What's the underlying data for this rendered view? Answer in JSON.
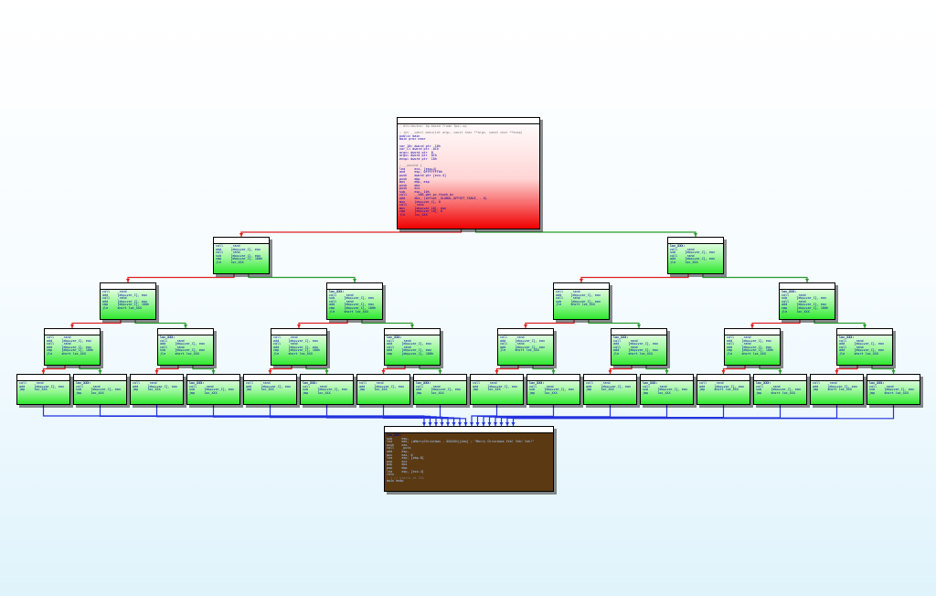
{
  "colors": {
    "edge_true": "#2a9a2a",
    "edge_false": "#e02020",
    "edge_merge": "#2233dd",
    "node_main": "#f00000",
    "node_branch": "#2ee82e",
    "node_exit": "#5b3a13"
  },
  "nodes": {
    "entry": {
      "lines": [
        "; Attributes: bp-based frame fpo=-sp",
        "",
        "; int __cdecl main(int argc, const char **argv, const char **envp)",
        "public main",
        "main proc near",
        "",
        "var_10= dword ptr -10h",
        "var_C= dword ptr -0Ch",
        "argc= dword ptr  8",
        "argv= dword ptr  0Ch",
        "envp= dword ptr  10h",
        "",
        "; __unwind {",
        "lea     ecx, [esp+4]",
        "and     esp, 0FFFFFFF0h",
        "push    dword ptr [ecx-4]",
        "push    ebp",
        "mov     ebp, esp",
        "push    ebx",
        "push    ecx",
        "sub     esp, 10h",
        "call    __x86_get_pc_thunk_bx",
        "add     ebx, (offset _GLOBAL_OFFSET_TABLE_ - $)",
        "mov     [ebp+var_C], 0",
        "call    _rand",
        "mov     [ebp+var_10], eax",
        "cmp     [ebp+var_10], 0",
        "jle     loc_XXX"
      ]
    },
    "l1_left": {
      "lines": [
        "call    _rand",
        "add     [ebp+var_C], eax",
        "call    _rand",
        "sub     [ebp+var_C], eax",
        "cmp     [ebp+var_C], 100h",
        "jle     loc_XXX"
      ]
    },
    "l1_right": {
      "lines": [
        "loc_XXX:",
        "call    _rand",
        "sub     [ebp+var_C], eax",
        "call    _rand",
        "add     [ebp+var_C], eax",
        "jle     loc_XXX"
      ]
    },
    "l2_0": {
      "lines": [
        "call    _rand",
        "add     [ebp+var_C], eax",
        "call    _rand",
        "add     [ebp+var_C], eax",
        "cmp     [ebp+var_C], 100h",
        "jle     short loc_XXX"
      ]
    },
    "l2_1": {
      "lines": [
        "loc_XXX:",
        "call    _rand",
        "sub     [ebp+var_C], eax",
        "call    _rand",
        "add     [ebp+var_C], eax",
        "cmp     [ebp+var_C], 100h",
        "jle     short loc_XXX"
      ]
    },
    "l2_2": {
      "lines": [
        "call    _rand",
        "add     [ebp+var_C], eax",
        "call    _rand",
        "sub     [ebp+var_C], eax",
        "jle     short loc_XXX"
      ]
    },
    "l2_3": {
      "lines": [
        "loc_XXX:",
        "call    _rand",
        "sub     [ebp+var_C], eax",
        "call    _rand",
        "add     [ebp+var_C], eax",
        "cmp     [ebp+var_C], 100h",
        "jle     loc_XXX"
      ]
    },
    "l3_0": {
      "lines": [
        "call    _rand",
        "add     [ebp+var_C], eax",
        "call    _rand",
        "add     [ebp+var_C], eax",
        "cmp     [ebp+var_C], 100h",
        "jle     short loc_XXX"
      ]
    },
    "l3_1": {
      "lines": [
        "loc_XXX:",
        "call    _rand",
        "add     [ebp+var_C], eax",
        "call    _rand",
        "sub     [ebp+var_C], eax",
        "jle     short loc_XXX"
      ]
    },
    "l3_2": {
      "lines": [
        "call    _rand",
        "add     [ebp+var_C], eax",
        "call    _rand",
        "add     [ebp+var_C], eax",
        "cmp     [ebp+var_C], 100h",
        "jle     short loc_XXX"
      ]
    },
    "l3_3": {
      "lines": [
        "loc_XXX:",
        "call    _rand",
        "add     [ebp+var_C], eax",
        "call    _rand",
        "add     [ebp+var_C], eax",
        "cmp     [ebp+var_C], 100h"
      ]
    },
    "l3_4": {
      "lines": [
        "call    _rand",
        "add     [ebp+var_C], eax",
        "call    _rand",
        "add     [ebp+var_C], eax",
        "jle     short loc_XXX"
      ]
    },
    "l3_5": {
      "lines": [
        "loc_XXX:",
        "call    _rand",
        "add     [ebp+var_C], eax",
        "call    _rand",
        "add     [ebp+var_C], eax",
        "jle     short loc_XXX"
      ]
    },
    "l3_6": {
      "lines": [
        "call    _rand",
        "add     [ebp+var_C], eax",
        "call    _rand",
        "add     [ebp+var_C], eax",
        "cmp     [ebp+var_C], 100h",
        "jle     short loc_XXX"
      ]
    },
    "l3_7": {
      "lines": [
        "loc_XXX:",
        "call    _rand",
        "add     [ebp+var_C], eax",
        "call    _rand",
        "add     [ebp+var_C], eax",
        "jle     short loc_XXX"
      ]
    },
    "l4_0": {
      "lines": [
        "call    _rand",
        "add     [ebp+var_C], eax",
        "jmp     loc_XXX"
      ]
    },
    "l4_1": {
      "lines": [
        "loc_XXX:",
        "call    _rand",
        "sub     [ebp+var_C], eax",
        "jmp     loc_XXX"
      ]
    },
    "l4_2": {
      "lines": [
        "call    _rand",
        "add     [ebp+var_C], eax",
        "jmp     loc_XXX"
      ]
    },
    "l4_3": {
      "lines": [
        "loc_XXX:",
        "call    _rand",
        "sub     [ebp+var_C], eax",
        "jmp     loc_XXX"
      ]
    },
    "l4_4": {
      "lines": [
        "call    _rand",
        "add     [ebp+var_C], eax",
        "jmp     loc_XXX"
      ]
    },
    "l4_5": {
      "lines": [
        "loc_XXX:",
        "call    _rand",
        "sub     [ebp+var_C], eax",
        "jmp     loc_XXX"
      ]
    },
    "l4_6": {
      "lines": [
        "call    _rand",
        "add     [ebp+var_C], eax",
        "jmp     loc_XXX"
      ]
    },
    "l4_7": {
      "lines": [
        "loc_XXX:",
        "call    _rand",
        "add     [ebp+var_C], eax",
        "jmp     loc_XXX"
      ]
    },
    "l4_8": {
      "lines": [
        "call    _rand",
        "add     [ebp+var_C], eax",
        "jmp     loc_XXX"
      ]
    },
    "l4_9": {
      "lines": [
        "loc_XXX:",
        "call    _rand",
        "sub     [ebp+var_C], eax",
        "jmp     loc_XXX"
      ]
    },
    "l4_10": {
      "lines": [
        "call    _rand",
        "add     [ebp+var_C], eax",
        "jmp     loc_XXX"
      ]
    },
    "l4_11": {
      "lines": [
        "loc_XXX:",
        "call    _rand",
        "sub     [ebp+var_C], eax",
        "jmp     loc_XXX"
      ]
    },
    "l4_12": {
      "lines": [
        "call    _rand",
        "add     [ebp+var_C], eax",
        "jmp     short loc_XXX"
      ]
    },
    "l4_13": {
      "lines": [
        "loc_XXX:",
        "call    _rand",
        "sub     [ebp+var_C], eax",
        "jmp     short loc_XXX"
      ]
    },
    "l4_14": {
      "lines": [
        "call    _rand",
        "add     [ebp+var_C], eax",
        "jmp     short loc_XXX"
      ]
    },
    "l4_15": {
      "lines": [
        "loc_XXX:",
        "call    _rand",
        "sub     [ebp+var_C], eax",
        "jmp     short loc_XXX"
      ]
    },
    "exit": {
      "lines": [
        "loc_XXX:",
        "sub     esp,",
        "lea     eax, (aMerryChristmas - 0XXXXh)[ebx] ; \"Merry Christmas Yeh! Yeh! Yeh!\"",
        "push    eax",
        "call    _puts",
        "add     esp,",
        "mov     eax, 0",
        "lea     esp, [ebp-8]",
        "pop     ecx",
        "pop     ebx",
        "pop     ebp",
        "lea     esp, [ecx-4]",
        "retn",
        "; } // starts at XXX",
        "main endp"
      ]
    }
  }
}
